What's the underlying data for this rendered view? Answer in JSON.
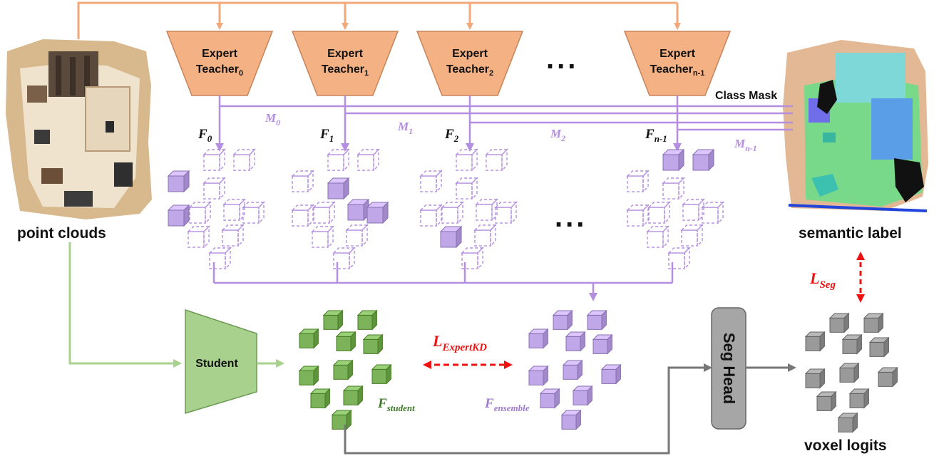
{
  "inputs": {
    "point_clouds": "point clouds",
    "semantic_label": "semantic label"
  },
  "teachers": [
    {
      "line1": "Expert",
      "line2": "Teacher",
      "sub": "0"
    },
    {
      "line1": "Expert",
      "line2": "Teacher",
      "sub": "1"
    },
    {
      "line1": "Expert",
      "line2": "Teacher",
      "sub": "2"
    },
    {
      "line1": "Expert",
      "line2": "Teacher",
      "sub": "n-1"
    }
  ],
  "ellipsis": "...",
  "class_mask": "Class Mask",
  "features": [
    {
      "base": "F",
      "sub": "0"
    },
    {
      "base": "F",
      "sub": "1"
    },
    {
      "base": "F",
      "sub": "2"
    },
    {
      "base": "F",
      "sub": "n-1"
    }
  ],
  "masks": [
    {
      "base": "M",
      "sub": "0"
    },
    {
      "base": "M",
      "sub": "1"
    },
    {
      "base": "M",
      "sub": "2"
    },
    {
      "base": "M",
      "sub": "n-1"
    }
  ],
  "student": "Student",
  "f_student": {
    "base": "F",
    "sub": "student"
  },
  "f_ensemble": {
    "base": "F",
    "sub": "ensemble"
  },
  "loss_kd": {
    "base": "L",
    "sub": "ExpertKD"
  },
  "loss_seg": {
    "base": "L",
    "sub": "Seg"
  },
  "seg_head": "Seg Head",
  "voxel_logits": "voxel logits",
  "colors": {
    "teacher_fill": "#f4b183",
    "teacher_line": "#f2a878",
    "purple": "#b48ee0",
    "cube_purple_fill": "#bfa7e8",
    "green": "#8fc57a",
    "student_fill": "#a9d18e",
    "cube_green_fill": "#7cb35a",
    "gray": "#777777",
    "cube_gray_fill": "#9a9a9a",
    "seghead_fill": "#a6a6a6",
    "red": "#ee1111",
    "f_student_color": "#3e7a2a",
    "f_ensemble_color": "#a07ad6"
  }
}
